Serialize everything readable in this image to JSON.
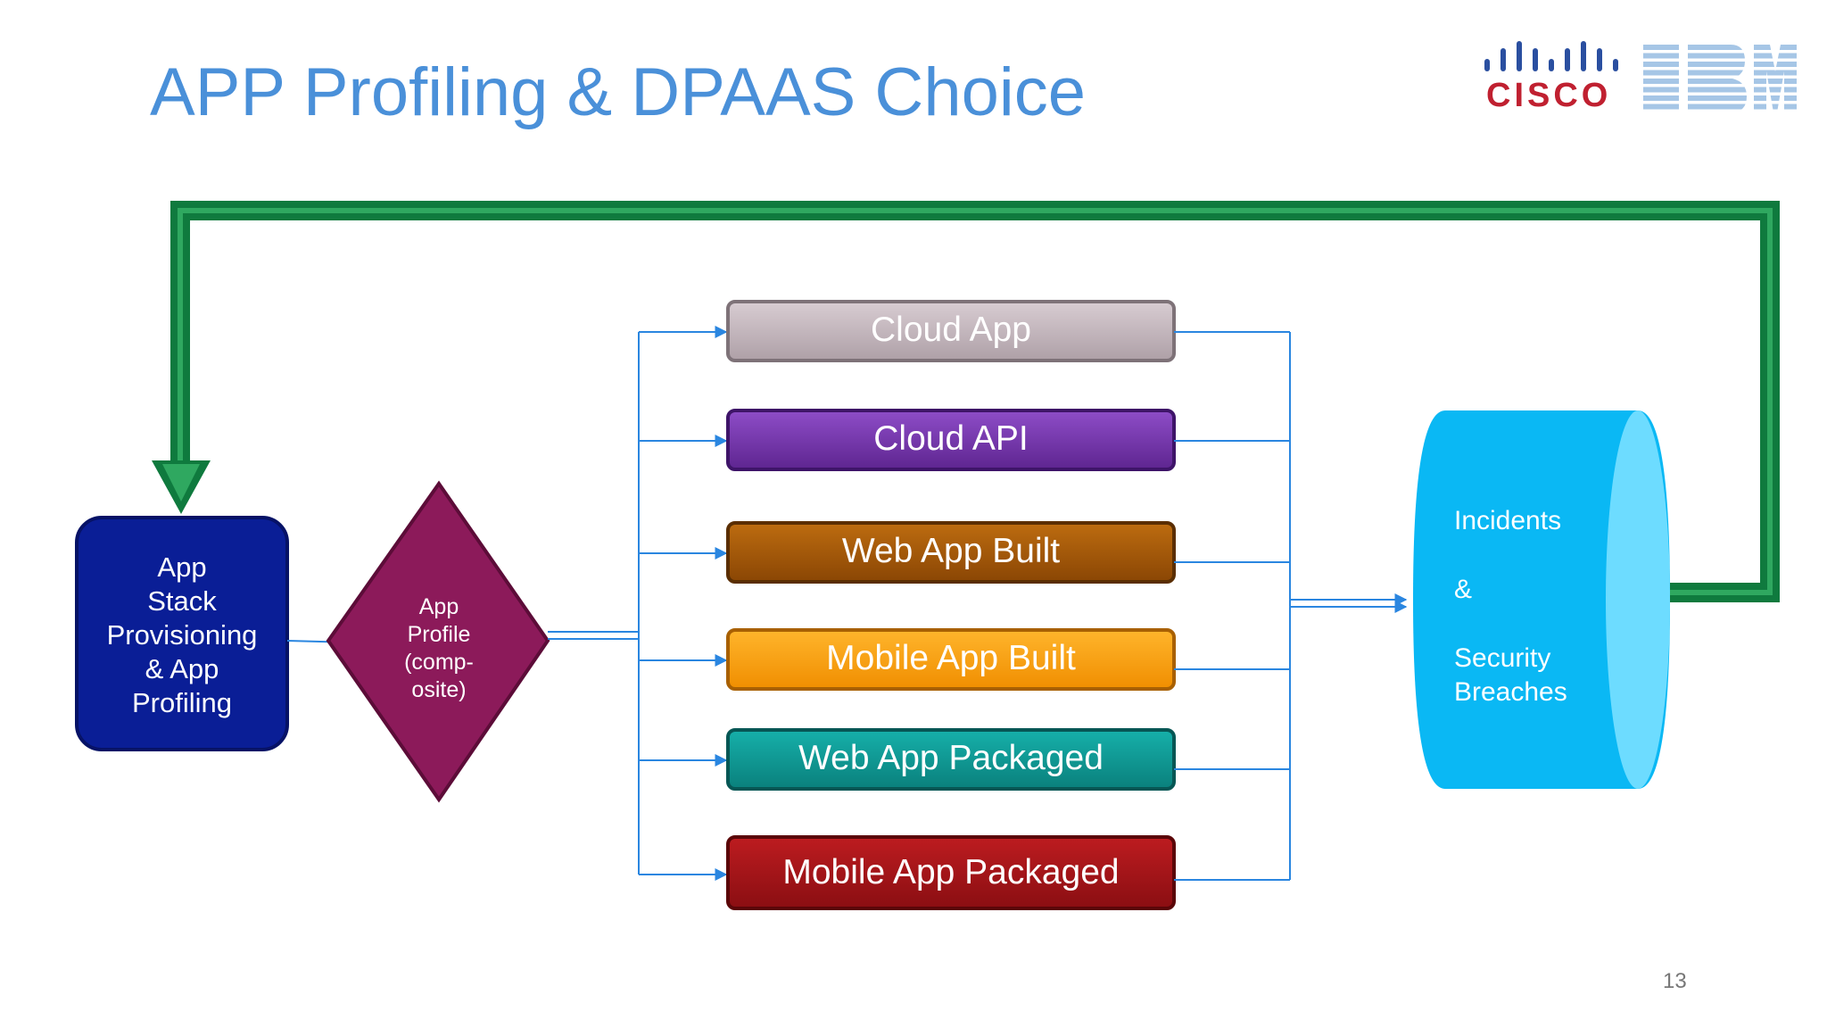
{
  "slide": {
    "title": "APP Profiling & DPAAS Choice",
    "page_number": "13"
  },
  "logos": {
    "cisco_text": "CISCO",
    "ibm_text": "IBM"
  },
  "diagram": {
    "source_node": {
      "lines": [
        "App",
        "Stack",
        "Provisioning",
        "& App",
        "Profiling"
      ],
      "color": "#0a1e96"
    },
    "decision_node": {
      "lines": [
        "App",
        "Profile",
        "(comp-",
        "osite)"
      ],
      "color": "#8c1a5a"
    },
    "options": [
      {
        "label": "Cloud App",
        "color": "#c4b6bc"
      },
      {
        "label": "Cloud API",
        "color": "#7a3ab2"
      },
      {
        "label": "Web App Built",
        "color": "#a85a06"
      },
      {
        "label": "Mobile App Built",
        "color": "#ffa60c"
      },
      {
        "label": "Web App Packaged",
        "color": "#0e9e98"
      },
      {
        "label": "Mobile App Packaged",
        "color": "#a81418"
      }
    ],
    "sink_node": {
      "line1": "Incidents",
      "line2": "&",
      "line3": "Security",
      "line4": "Breaches",
      "color": "#0ab8f4"
    },
    "feedback_color": "#0f7a3e",
    "connector_color": "#2a86e0"
  }
}
